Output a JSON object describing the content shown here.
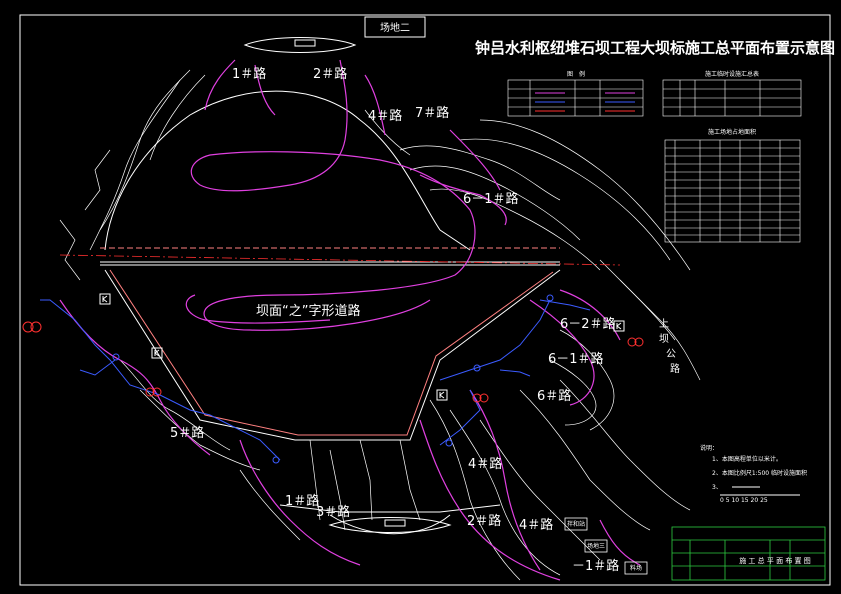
{
  "title": "钟吕水利枢纽堆石坝工程大坝标施工总平面布置示意图",
  "site_box_top": "场地二",
  "dam_road_label": "坝面“之”字形道路",
  "roads": {
    "r1_top": "1＃路",
    "r2_top": "2＃路",
    "r4_upper": "4＃路",
    "r7": "7＃路",
    "r6_1_upper": "6－1＃路",
    "r6_2": "6－2＃路",
    "r6_1_mid": "6－1＃路",
    "r6": "6＃路",
    "r5": "5＃路",
    "r4_mid": "4＃路",
    "r1_bottom": "1＃路",
    "r3": "3＃路",
    "r2_bottom": "2＃路",
    "r4_bottom": "4＃路",
    "r_minus1": "－1＃路"
  },
  "right_road_text": [
    "上",
    "坝",
    "公",
    "路"
  ],
  "tables": {
    "legend_title": "图　例",
    "t2_title": "施工临时设施汇总表",
    "t3_title": "施工场地占地面积"
  },
  "notes": {
    "head": "说明：",
    "n1": "1、本图高程单位以米计。",
    "n2": "2、本图比例尺1:500 临时设施面积",
    "n3": "3、",
    "scale_label": "0 5 10 15 20 25"
  },
  "title_block": {
    "drawing_name": "施 工 总 平 面 布 置 图"
  },
  "side_boxes": {
    "b1": "拌和站",
    "b2": "场地三",
    "b3": "料场"
  },
  "colors": {
    "background": "#000000",
    "contour": "#ffffff",
    "road": "#e040e0",
    "power_line": "#3b5bff",
    "transformer": "#ff3030",
    "axis": "#ff3030",
    "border": "#ffffff",
    "title_block": "#2ecc40"
  },
  "icons": {
    "transformer": "double-circle-icon",
    "building": "k-box-icon"
  }
}
